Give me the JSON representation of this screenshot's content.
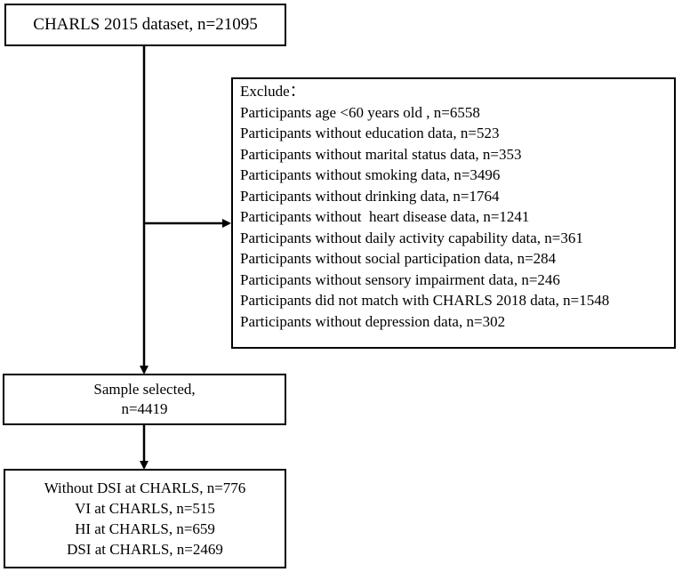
{
  "dataset_box": {
    "text": "CHARLS 2015 dataset, n=21095"
  },
  "exclude_box": {
    "heading": "Exclude：",
    "lines": [
      "Participants age <60 years old , n=6558",
      "Participants without education data, n=523",
      "Participants without marital status data, n=353",
      "Participants without smoking data, n=3496",
      "Participants without drinking data, n=1764",
      "Participants without  heart disease data, n=1241",
      "Participants without daily activity capability data, n=361",
      "Participants without social participation data, n=284",
      "Participants without sensory impairment data, n=246",
      "Participants did not match with CHARLS 2018 data, n=1548",
      "Participants without depression data, n=302"
    ]
  },
  "sample_box": {
    "line1": "Sample selected,",
    "line2": "n=4419"
  },
  "outcome_box": {
    "lines": [
      "Without DSI at CHARLS, n=776",
      "VI at CHARLS, n=515",
      "HI at CHARLS, n=659",
      "DSI at CHARLS, n=2469"
    ]
  }
}
